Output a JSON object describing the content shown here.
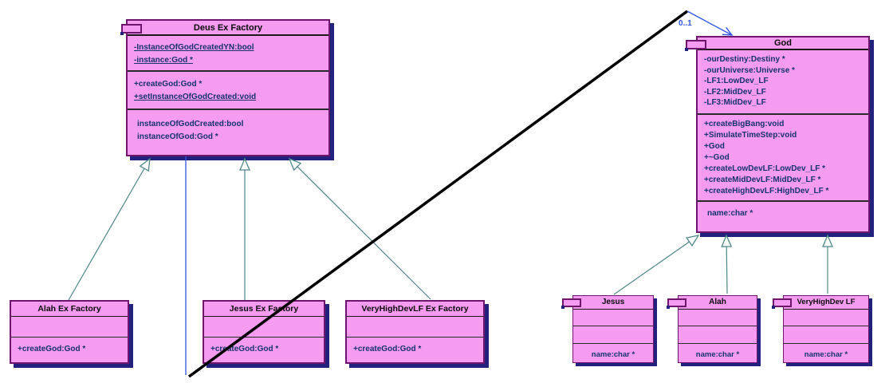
{
  "labels": {
    "association_multiplicity": "0..1"
  },
  "colors": {
    "class_fill": "#F59BF0",
    "class_border": "#6E156E",
    "drop_shadow": "#22227E",
    "member_text": "#17336E",
    "title_text": "#0A0A0A",
    "generalization_line": "#4E8786",
    "association_line": "#2F55E2",
    "association_highlight": "#000000"
  },
  "classes": {
    "deus_ex_factory": {
      "title": "Deus Ex Factory",
      "attributes": [
        "-InstanceOfGodCreatedYN:bool",
        "-instance:God *"
      ],
      "operations": [
        "+createGod:God *",
        "+setInstanceOfGodCreated:void"
      ],
      "properties": [
        "instanceOfGodCreated:bool",
        "instanceOfGod:God *"
      ]
    },
    "god": {
      "title": "God",
      "attributes": [
        "-ourDestiny:Destiny *",
        "-ourUniverse:Universe *",
        "-LF1:LowDev_LF",
        "-LF2:MidDev_LF",
        "-LF3:MidDev_LF"
      ],
      "operations": [
        "+createBigBang:void",
        "+SimulateTimeStep:void",
        "+God",
        "+~God",
        "+createLowDevLF:LowDev_LF *",
        "+createMidDevLF:MidDev_LF *",
        "+createHighDevLF:HighDev_LF *"
      ],
      "properties": [
        "name:char *"
      ]
    },
    "alah_ex_factory": {
      "title": "Alah Ex Factory",
      "operations": [
        "+createGod:God *"
      ]
    },
    "jesus_ex_factory": {
      "title": "Jesus Ex Factory",
      "operations": [
        "+createGod:God *"
      ]
    },
    "veryhighdevlf_ex_factory": {
      "title": "VeryHighDevLF Ex Factory",
      "operations": [
        "+createGod:God *"
      ]
    },
    "jesus": {
      "title": "Jesus",
      "properties": [
        "name:char *"
      ]
    },
    "alah": {
      "title": "Alah",
      "properties": [
        "name:char *"
      ]
    },
    "veryhighdev_lf": {
      "title": "VeryHighDev LF",
      "properties": [
        "name:char *"
      ]
    }
  }
}
